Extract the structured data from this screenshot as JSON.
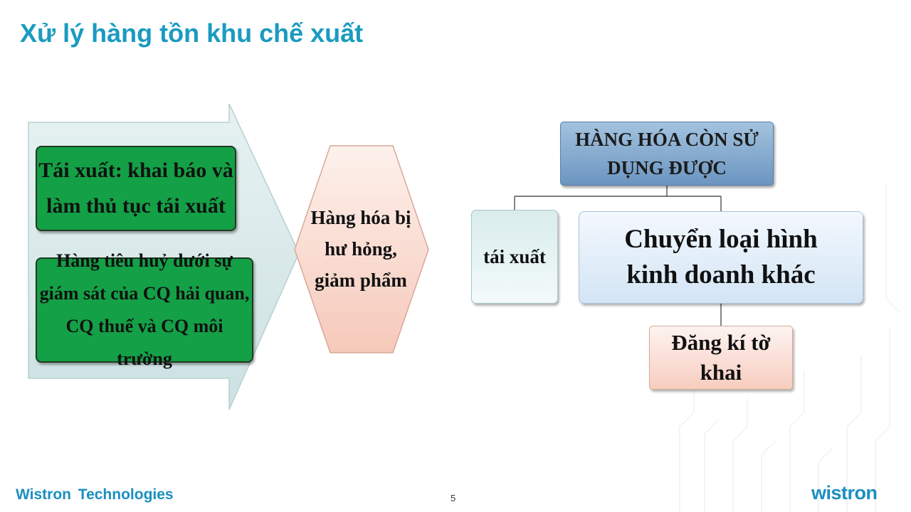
{
  "title": "Xử lý hàng tồn khu chế xuất",
  "left_diagram": {
    "box_1": "Tái xuất: khai báo và làm thủ tục tái xuất",
    "box_2": "Hàng tiêu huỷ dưới sự giám sát của CQ hải quan, CQ thuế và CQ môi trường",
    "hexagon": "Hàng hóa bị hư hỏng, giảm phẩm"
  },
  "right_diagram": {
    "top": "HÀNG HÓA CÒN SỬ DỤNG ĐƯỢC",
    "child_1": "tái xuất",
    "child_2": "Chuyển loại hình kinh doanh khác",
    "grandchild": "Đăng kí tờ khai"
  },
  "footer": {
    "company": "Wistron Technologies",
    "page": "5",
    "logo": "wistron"
  },
  "colors": {
    "title": "#1a9bc0",
    "green_box": "#14a046",
    "arrow_fill": "#d8e9ea",
    "hexagon_fill": "#f8d7cb",
    "top_box": "#7ea5cc",
    "brand": "#1a8fbf"
  }
}
